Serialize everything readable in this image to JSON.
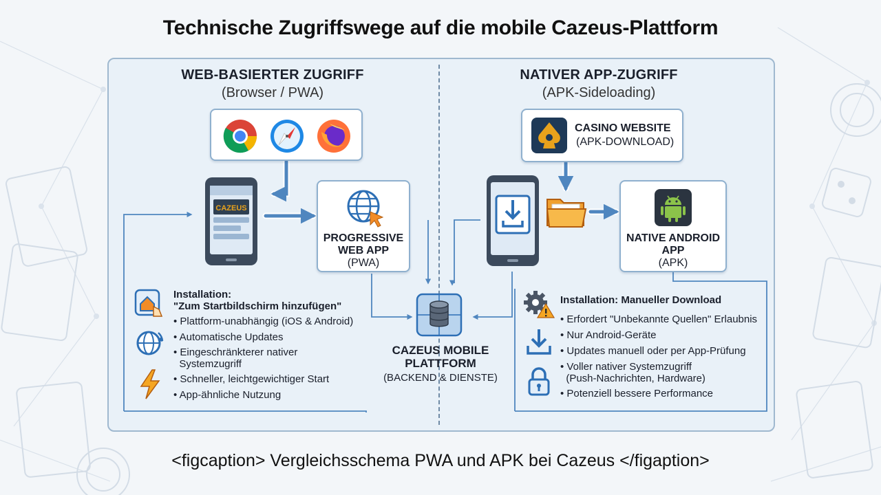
{
  "title": "Technische Zugriffswege auf die mobile Cazeus-Plattform",
  "left": {
    "heading": "WEB-BASIERTER ZUGRIFF",
    "subheading": "(Browser / PWA)",
    "phone_brand": "CAZEUS",
    "pwa": {
      "line1": "PROGRESSIVE",
      "line2": "WEB APP",
      "line3": "(PWA)"
    },
    "install": {
      "line1": "Installation:",
      "line2": "\"Zum Startbildschirm hinzufügen\"",
      "bullets": [
        "• Plattform-unabhängig (iOS & Android)",
        "• Automatische Updates",
        "• Eingeschränkterer nativer",
        "  Systemzugriff",
        "• Schneller, leichtgewichtiger Start",
        "• App-ähnliche Nutzung"
      ]
    }
  },
  "right": {
    "heading": "NATIVER APP-ZUGRIFF",
    "subheading": "(APK-Sideloading)",
    "website": {
      "line1": "CASINO WEBSITE",
      "line2": "(APK-DOWNLOAD)"
    },
    "android": {
      "line1": "NATIVE ANDROID",
      "line2": "APP",
      "line3": "(APK)"
    },
    "install": {
      "heading": "Installation: Manueller Download",
      "bullets": [
        "• Erfordert \"Unbekannte Quellen\" Erlaubnis",
        "• Nur Android-Geräte",
        "• Updates manuell oder per App-Prüfung",
        "• Voller nativer Systemzugriff",
        "  (Push-Nachrichten, Hardware)",
        "• Potenziell bessere Performance"
      ]
    }
  },
  "center": {
    "line1": "CAZEUS MOBILE",
    "line2": "PLATTFORM",
    "line3": "(BACKEND & DIENSTE)"
  },
  "caption": "<figcaption> Vergleichsschema PWA und APK bei Cazeus </figaption>",
  "icons": {
    "browsers": [
      "chrome-icon",
      "safari-icon",
      "firefox-icon"
    ],
    "left_list": [
      "home-touch-icon",
      "globe-sync-icon",
      "lightning-icon"
    ],
    "right_list": [
      "gear-warning-icon",
      "download-icon",
      "lock-icon"
    ],
    "flow": [
      "globe-cursor-icon",
      "database-icon",
      "folder-icon",
      "android-icon",
      "casino-logo-icon"
    ]
  },
  "colors": {
    "accent": "#4f86bf",
    "frame": "#9fb8cf",
    "brand": "#e8a21c",
    "android": "#8bc34a"
  }
}
